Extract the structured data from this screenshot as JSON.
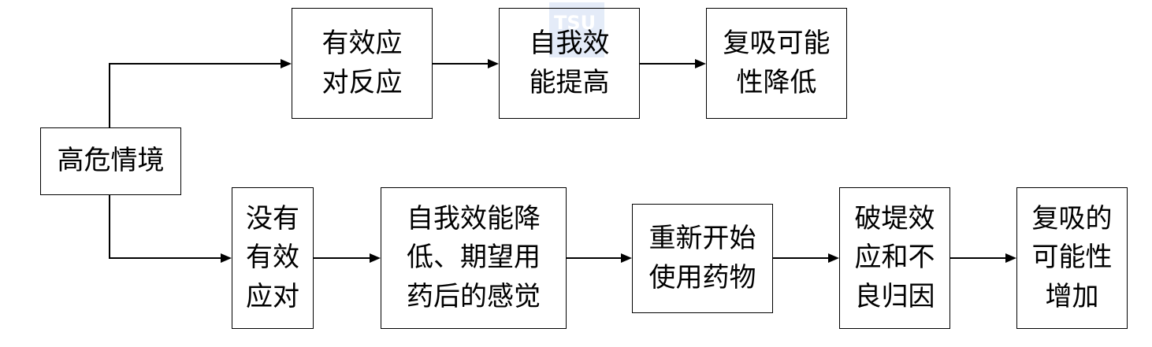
{
  "diagram": {
    "watermark": "TSU",
    "start": "高危情境",
    "top_row": [
      "有效应\n对反应",
      "自我效\n能提高",
      "复吸可能\n性降低"
    ],
    "bottom_row": [
      "没有\n有效\n应对",
      "自我效能降\n低、期望用\n药后的感觉",
      "重新开始\n使用药物",
      "破堤效\n应和不\n良归因",
      "复吸的\n可能性\n增加"
    ]
  }
}
